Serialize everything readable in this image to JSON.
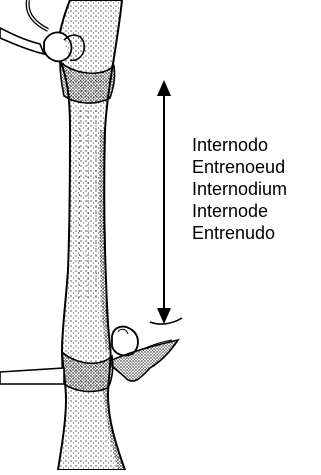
{
  "colors": {
    "ink": "#000000",
    "paper": "#ffffff"
  },
  "icons": [
    "vine-shoot-illustration",
    "double-headed-arrow-icon"
  ],
  "labels": [
    "Internodo",
    "Entrenoeud",
    "Internodium",
    "Internode",
    "Entrenudo"
  ]
}
